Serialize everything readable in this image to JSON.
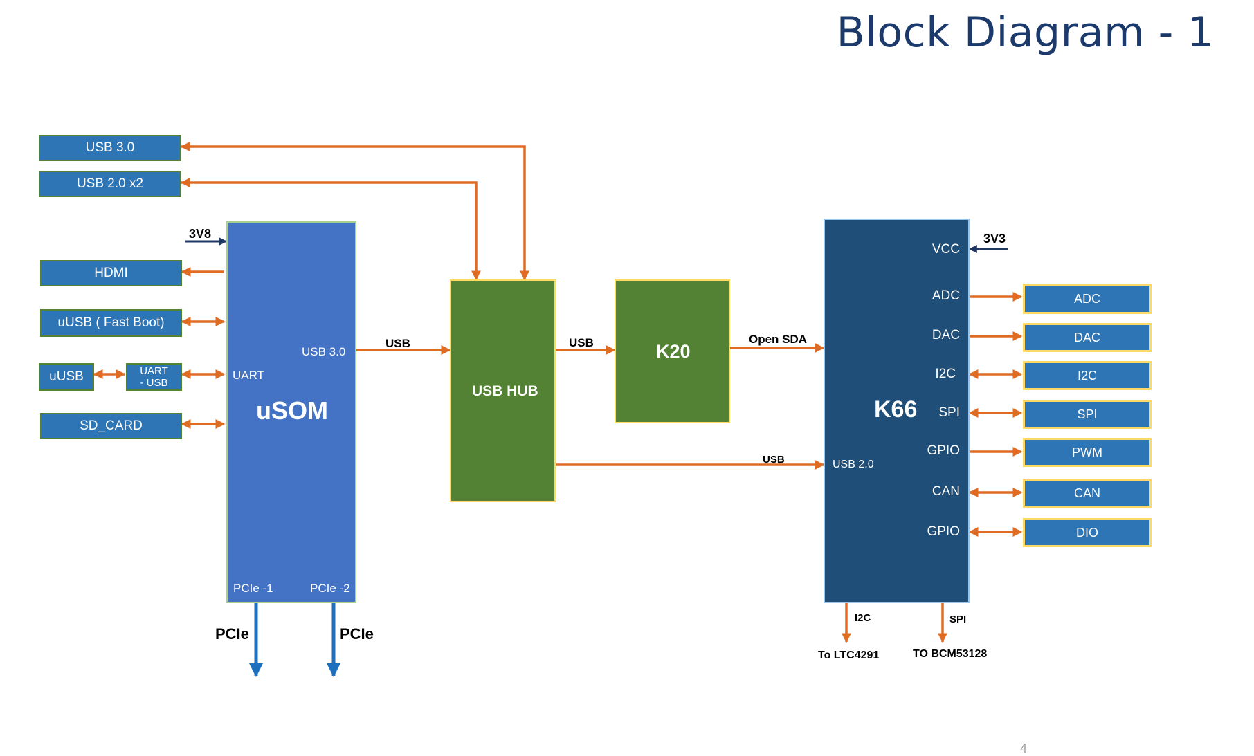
{
  "title": "Block Diagram - 1",
  "page_number": "4",
  "colors": {
    "orange": "#e06c23",
    "navy": "#1f3864",
    "blue_arrow": "#1f6fbf",
    "usom": "#4472c4",
    "hub": "#548235",
    "k66": "#1f4e79",
    "module": "#2e75b6"
  },
  "left_modules": {
    "usb30": "USB 3.0",
    "usb20x2": "USB 2.0  x2",
    "hdmi": "HDMI",
    "uusb_fastboot": "uUSB ( Fast Boot)",
    "uusb": "uUSB",
    "uart_usb_line1": "UART",
    "uart_usb_line2": "- USB",
    "sdcard": "SD_CARD"
  },
  "usom": {
    "name": "uSOM",
    "port_usb30": "USB 3.0",
    "port_uart": "UART",
    "port_pcie1": "PCIe -1",
    "port_pcie2": "PCIe -2",
    "power": "3V8",
    "pcie_out1": "PCIe",
    "pcie_out2": "PCIe"
  },
  "hub": {
    "name": "USB HUB"
  },
  "k20": {
    "name": "K20"
  },
  "k66": {
    "name": "K66",
    "power": "3V3",
    "pins": [
      "VCC",
      "ADC",
      "DAC",
      "I2C",
      "SPI",
      "GPIO",
      "CAN",
      "GPIO"
    ],
    "usb_port": "USB 2.0",
    "bottom_i2c": "I2C",
    "bottom_spi": "SPI",
    "to_ltc": "To LTC4291",
    "to_bcm": "TO BCM53128"
  },
  "links": {
    "usom_hub": "USB",
    "hub_k20": "USB",
    "k20_k66": "Open SDA",
    "hub_k66": "USB"
  },
  "right_modules": [
    "ADC",
    "DAC",
    "I2C",
    "SPI",
    "PWM",
    "CAN",
    "DIO"
  ]
}
